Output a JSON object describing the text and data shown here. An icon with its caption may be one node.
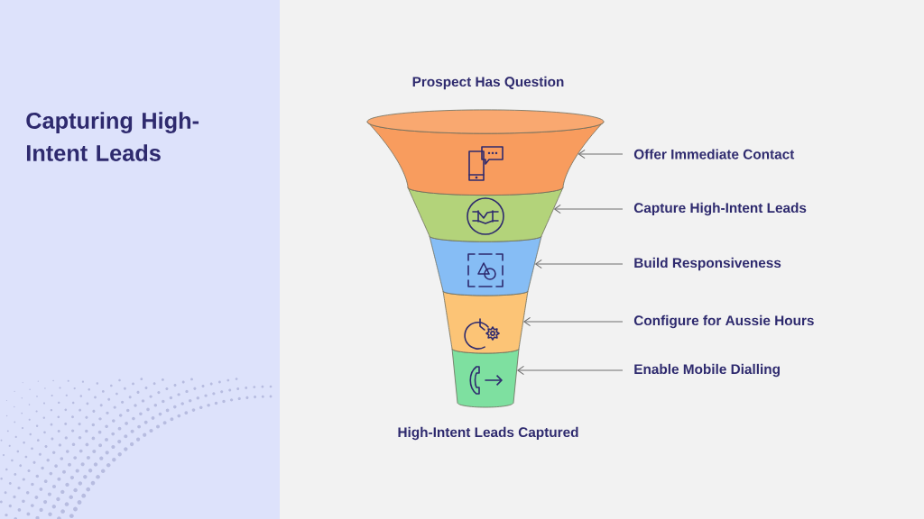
{
  "diagram": {
    "title": "Capturing High-Intent Leads",
    "nodes": [
      {
        "text": [],
        "shape": "band"
      },
      {
        "text": [],
        "shape": "band"
      },
      {
        "text": [],
        "shape": "band"
      },
      {
        "text": [],
        "shape": "band"
      },
      {
        "text": [],
        "shape": "band"
      },
      {
        "text": [
          "Offer Immediate Contact"
        ]
      },
      {
        "text": [
          "Capture High-Intent Leads"
        ]
      },
      {
        "text": [
          "Build Responsiveness"
        ]
      },
      {
        "text": [
          "Configure for Aussie Hours"
        ]
      },
      {
        "text": [
          "Enable Mobile Dialling"
        ]
      }
    ],
    "edges": [
      {
        "from": 5,
        "to": 0,
        "arrow": "to"
      },
      {
        "from": 6,
        "to": 1,
        "arrow": "to"
      },
      {
        "from": 7,
        "to": 2,
        "arrow": "to"
      },
      {
        "from": 8,
        "to": 3,
        "arrow": "to"
      },
      {
        "from": 9,
        "to": 4,
        "arrow": "to"
      }
    ],
    "labels": [
      "Prospect Has Question",
      "High-Intent Leads Captured"
    ]
  }
}
